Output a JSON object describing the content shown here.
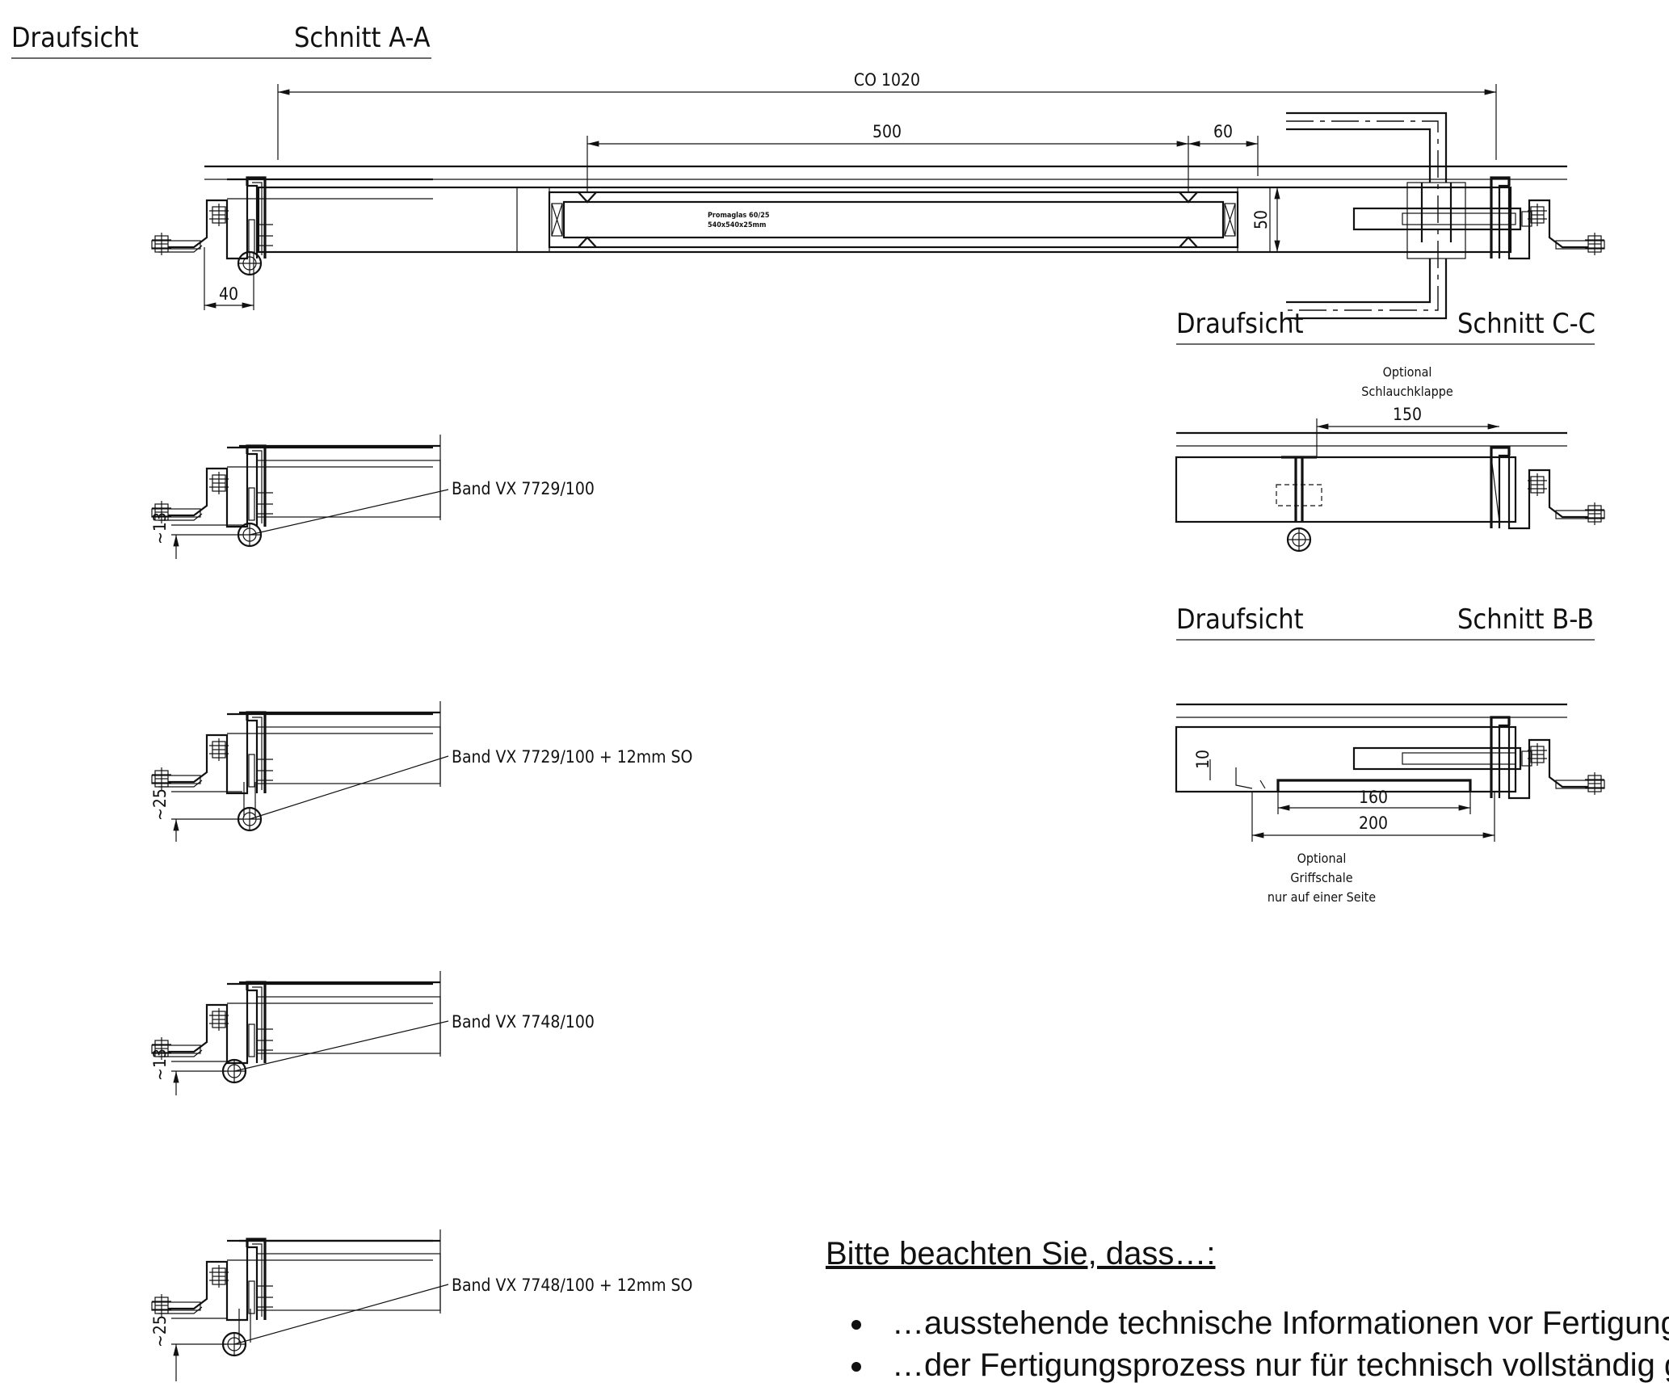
{
  "views": {
    "top": {
      "header_left": "Draufsicht",
      "header_right": "Schnitt A-A"
    },
    "right_c": {
      "header_left": "Draufsicht",
      "header_right": "Schnitt C-C"
    },
    "right_b": {
      "header_left": "Draufsicht",
      "header_right": "Schnitt B-B"
    }
  },
  "dimensions": {
    "overall": "CO 1020",
    "glass_width": "500",
    "frame_offset": "60",
    "thickness": "50",
    "hinge_offset": "40",
    "hinge_gap_1": "~13",
    "hinge_gap_2": "~25",
    "hinge_gap_3": "~13",
    "hinge_gap_4": "~25",
    "flap_width": "150",
    "grip_depth": "10",
    "grip_inner": "160",
    "grip_outer": "200"
  },
  "glass_label": {
    "line1": "Promaglas 60/25",
    "line2": "540x540x25mm"
  },
  "hinges": [
    {
      "label": "Band VX 7729/100"
    },
    {
      "label": "Band VX 7729/100 + 12mm SO"
    },
    {
      "label": "Band VX 7748/100"
    },
    {
      "label": "Band VX 7748/100 + 12mm SO"
    }
  ],
  "options": {
    "flap": {
      "line1": "Optional",
      "line2": "Schlauchklappe"
    },
    "grip": {
      "line1": "Optional",
      "line2": "Griffschale",
      "line3": "nur auf einer Seite"
    }
  },
  "note": {
    "title": "Bitte beachten Sie, dass…:",
    "items": [
      "…ausstehende technische Informationen vor Fertigungsbeginn geklärt werden müssen",
      "…der Fertigungsprozess nur für technisch vollständig geklärte Aufträge beginnt"
    ]
  }
}
